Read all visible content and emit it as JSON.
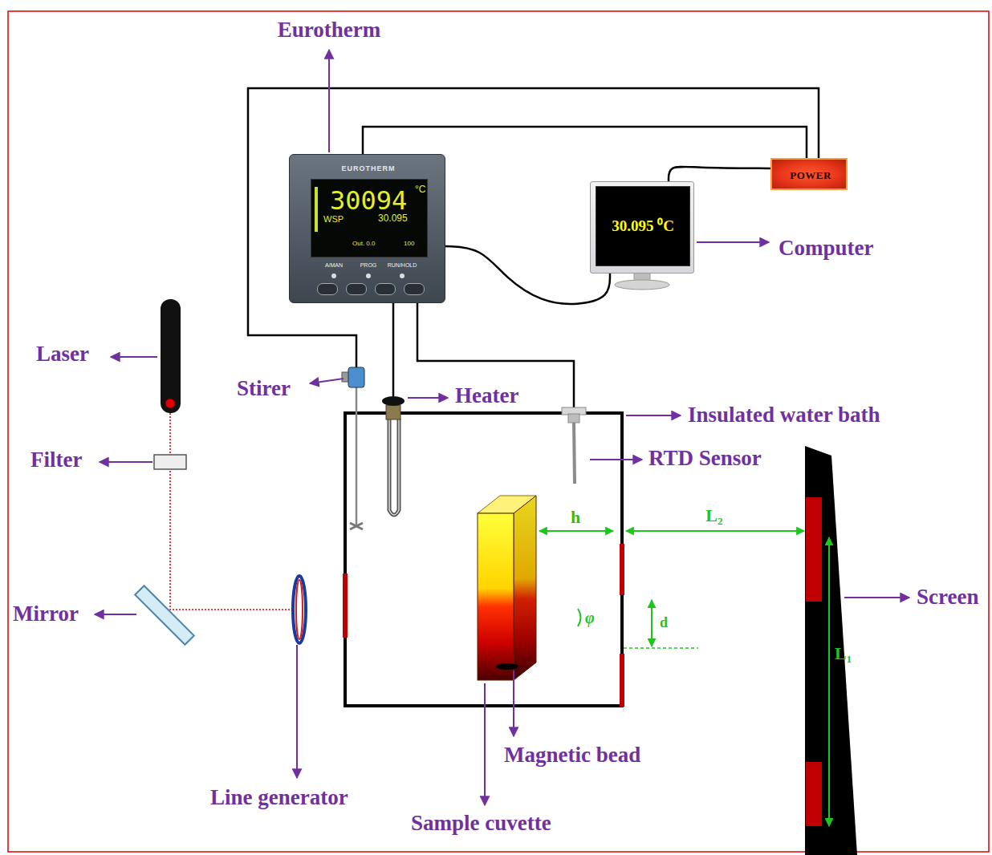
{
  "diagram": {
    "nodes": [
      {
        "text": [
          "EUROTHERM",
          "30094",
          "°C",
          "WSP",
          "30.095",
          "Out. 0.0",
          "100",
          "A/MAN",
          "PROG",
          "RUN/HOLD"
        ]
      },
      {
        "text": [
          "POWER"
        ]
      },
      {
        "text": [
          "30.095 ⁰C"
        ]
      }
    ],
    "edges": [
      {
        "from": 0,
        "to": 1,
        "arrow": "none"
      },
      {
        "from": 2,
        "to": 1,
        "arrow": "none"
      },
      {
        "from": 0,
        "to": 2,
        "arrow": "none"
      }
    ],
    "labels": [
      "Eurotherm",
      "Computer",
      "Laser",
      "Stirer",
      "Heater",
      "Insulated water bath",
      "Filter",
      "RTD Sensor",
      "h",
      "L₂",
      "Mirror",
      "φ",
      "d",
      "Screen",
      "L₁",
      "Magnetic bead",
      "Line generator",
      "Sample cuvette"
    ]
  }
}
